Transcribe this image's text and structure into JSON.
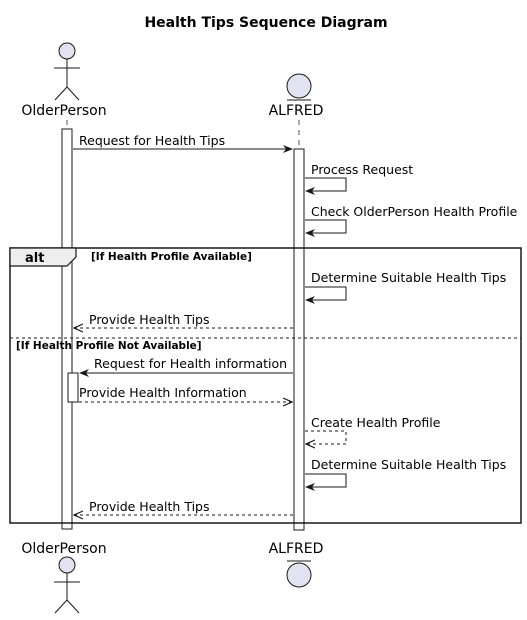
{
  "diagram": {
    "title": "Health Tips Sequence Diagram",
    "participants": [
      {
        "name": "OlderPerson",
        "kind": "actor"
      },
      {
        "name": "ALFRED",
        "kind": "entity"
      }
    ],
    "messages": [
      {
        "label": "Request for Health Tips",
        "from": "OlderPerson",
        "to": "ALFRED",
        "style": "solid"
      },
      {
        "label": "Process Request",
        "from": "ALFRED",
        "to": "ALFRED",
        "style": "solid"
      },
      {
        "label": "Check OlderPerson Health Profile",
        "from": "ALFRED",
        "to": "ALFRED",
        "style": "solid"
      },
      {
        "label": "Determine Suitable Health Tips",
        "from": "ALFRED",
        "to": "ALFRED",
        "style": "solid"
      },
      {
        "label": "Provide Health Tips",
        "from": "ALFRED",
        "to": "OlderPerson",
        "style": "dashed"
      },
      {
        "label": "Request for Health information",
        "from": "ALFRED",
        "to": "OlderPerson",
        "style": "solid"
      },
      {
        "label": "Provide Health Information",
        "from": "OlderPerson",
        "to": "ALFRED",
        "style": "dashed"
      },
      {
        "label": "Create Health Profile",
        "from": "ALFRED",
        "to": "ALFRED",
        "style": "dashed"
      },
      {
        "label": "Determine Suitable Health Tips",
        "from": "ALFRED",
        "to": "ALFRED",
        "style": "solid"
      },
      {
        "label": "Provide Health Tips",
        "from": "ALFRED",
        "to": "OlderPerson",
        "style": "dashed"
      }
    ],
    "alt": {
      "label": "alt",
      "conditions": [
        "[If Health Profile Available]",
        "[If Health Profile Not Available]"
      ]
    },
    "colors": {
      "participant_fill": "#e2e2f0",
      "line": "#181818",
      "lifeline": "#555555"
    }
  }
}
